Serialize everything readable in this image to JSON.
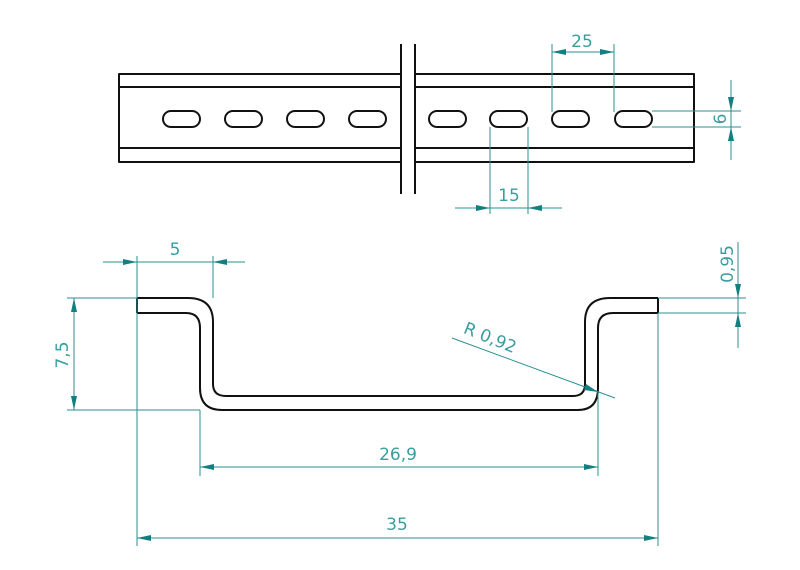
{
  "colors": {
    "part_line": "#111111",
    "dimension_line": "#2a9090",
    "dimension_text": "#3a9e9e"
  },
  "top_view": {
    "slot_count": 8,
    "dimensions": {
      "slot_pitch": "25",
      "slot_length": "15",
      "slot_width": "6"
    }
  },
  "section_view": {
    "dimensions": {
      "flange_width": "5",
      "height": "7,5",
      "thickness": "0,95",
      "radius": "R 0,92",
      "inner_width": "26,9",
      "overall_width": "35"
    }
  }
}
